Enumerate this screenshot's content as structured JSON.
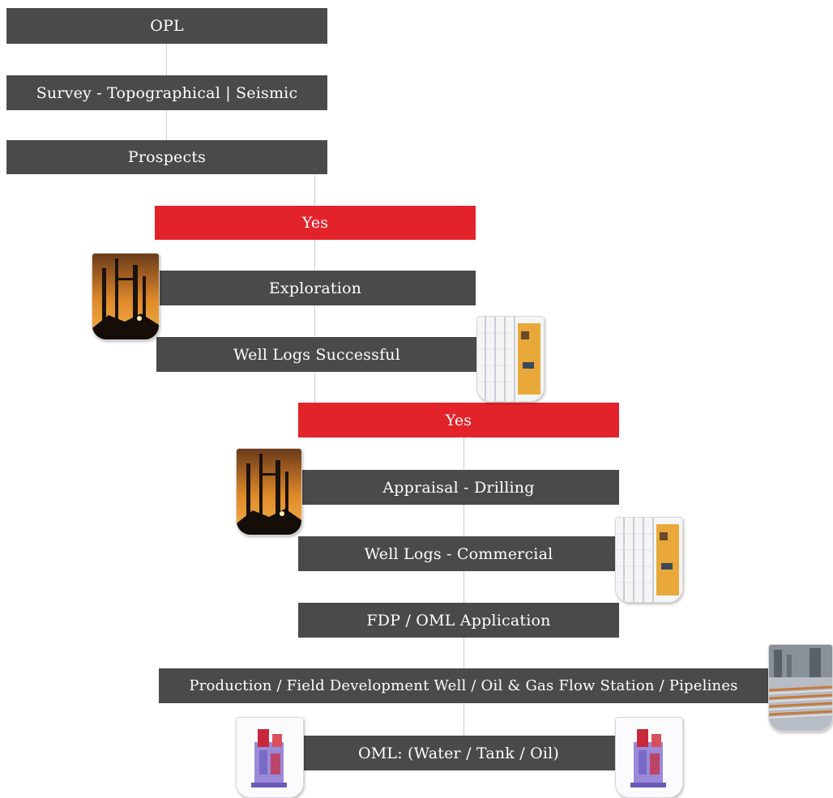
{
  "colors": {
    "step_box": "#4a4a4a",
    "decision_box": "#e3232a",
    "connector": "#cfcfcf"
  },
  "steps": {
    "opl": "OPL",
    "survey": "Survey - Topographical | Seismic",
    "prospects": "Prospects",
    "yes_1": "Yes",
    "exploration": "Exploration",
    "well_logs_successful": "Well Logs Successful",
    "yes_2": "Yes",
    "appraisal": "Appraisal - Drilling",
    "well_logs_commercial": "Well Logs - Commercial",
    "fdp": "FDP / OML Application",
    "production": "Production / Field Development Well / Oil & Gas Flow Station / Pipelines",
    "oml": "OML: (Water / Tank / Oil)"
  },
  "icons": {
    "drilling_rig": "drilling-rig-icon",
    "well_log_chart": "well-log-chart-icon",
    "flow_station": "flow-station-icon",
    "tank_facility": "tank-facility-icon"
  }
}
